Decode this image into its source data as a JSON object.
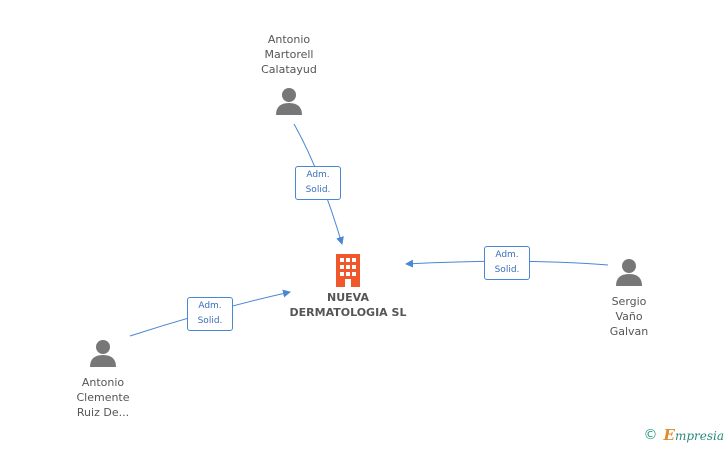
{
  "company": {
    "name_line1": "NUEVA",
    "name_line2": "DERMATOLOGIA SL",
    "icon": "building-icon",
    "icon_color": "#f0572a"
  },
  "people": [
    {
      "id": "top",
      "line1": "Antonio",
      "line2": "Martorell",
      "line3": "Calatayud",
      "icon": "person-icon"
    },
    {
      "id": "bottom-left",
      "line1": "Antonio",
      "line2": "Clemente",
      "line3": "Ruiz De...",
      "icon": "person-icon"
    },
    {
      "id": "right",
      "line1": "Sergio",
      "line2": "Vaño",
      "line3": "Galvan",
      "icon": "person-icon"
    }
  ],
  "roles": [
    {
      "line1": "Adm.",
      "line2": "Solid."
    },
    {
      "line1": "Adm.",
      "line2": "Solid."
    },
    {
      "line1": "Adm.",
      "line2": "Solid."
    }
  ],
  "colors": {
    "edge": "#4a86d4",
    "person": "#777777",
    "text": "#555555"
  },
  "footer": {
    "copyright_symbol": "©",
    "brand_initial": "E",
    "brand_rest": "mpresia"
  }
}
